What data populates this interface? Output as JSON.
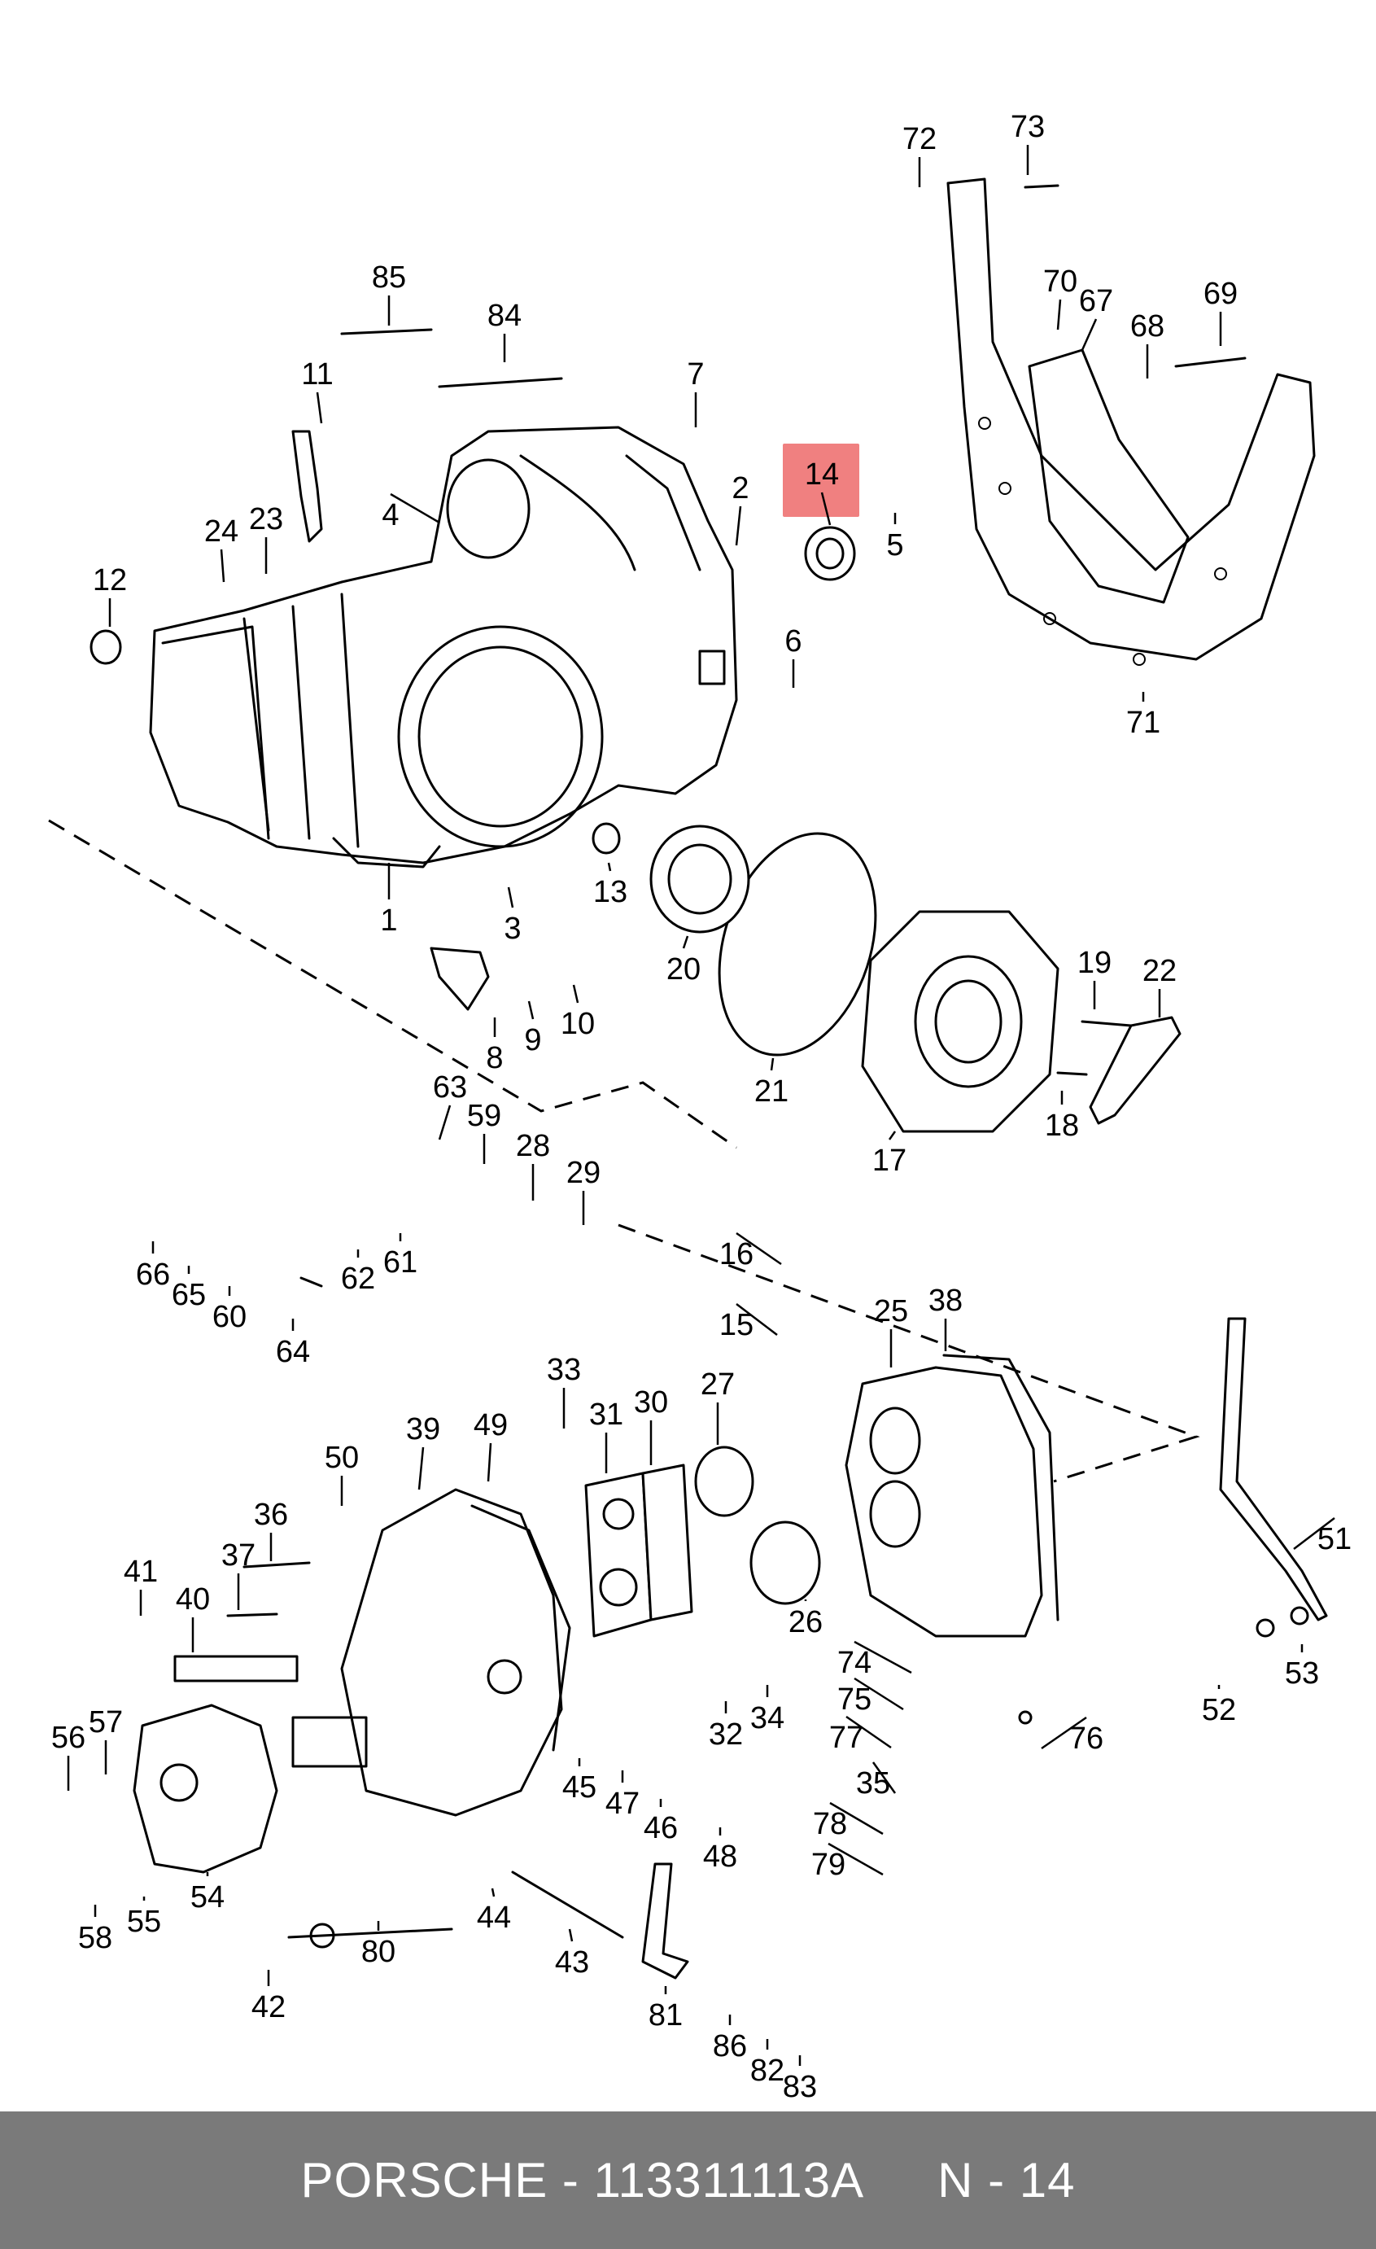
{
  "highlight_color": "#f08080",
  "highlighted_callout": "14",
  "callouts": [
    "1",
    "2",
    "3",
    "4",
    "5",
    "6",
    "7",
    "8",
    "9",
    "10",
    "11",
    "12",
    "13",
    "14",
    "15",
    "16",
    "17",
    "18",
    "19",
    "20",
    "21",
    "22",
    "23",
    "24",
    "25",
    "26",
    "27",
    "28",
    "29",
    "30",
    "31",
    "32",
    "33",
    "34",
    "35",
    "36",
    "37",
    "38",
    "39",
    "40",
    "41",
    "42",
    "43",
    "44",
    "45",
    "46",
    "47",
    "48",
    "49",
    "50",
    "51",
    "52",
    "53",
    "54",
    "55",
    "56",
    "57",
    "58",
    "59",
    "60",
    "61",
    "62",
    "63",
    "64",
    "65",
    "66",
    "67",
    "68",
    "69",
    "70",
    "71",
    "72",
    "73",
    "74",
    "75",
    "76",
    "77",
    "78",
    "79",
    "80",
    "81",
    "82",
    "83",
    "84",
    "85",
    "86"
  ],
  "footer": {
    "part_text": "PORSCHE - 113311113A",
    "position_text": "N - 14"
  }
}
